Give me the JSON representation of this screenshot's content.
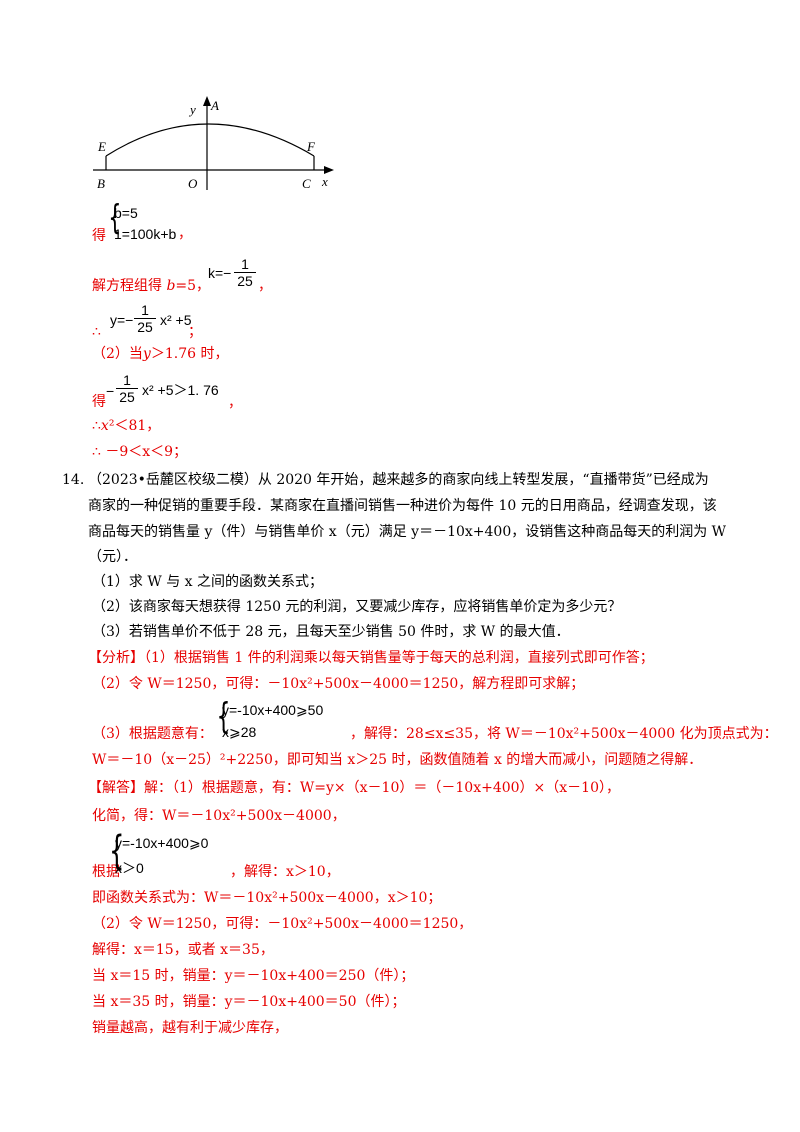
{
  "figure": {
    "labels": {
      "y": "y",
      "A": "A",
      "E": "E",
      "F": "F",
      "B": "B",
      "O": "O",
      "C": "C",
      "x": "x"
    }
  },
  "sol13": {
    "de": "得",
    "sys_b": "b=5",
    "sys_eq": "1=100k+b",
    "comma1": "，",
    "solve_pre": "解方程组得 ",
    "b_eq": "b",
    "b_val": "=5，",
    "k_pre": "k=−",
    "k_num": "1",
    "k_den": "25",
    "comma2": "，",
    "therefore": "∴",
    "y_pre": "y=−",
    "y_num": "1",
    "y_den": "25",
    "y_post": "x² +5",
    "semicolon": "；",
    "p2": "（2）当",
    "p2_y": "y",
    "p2_rest": "＞1.76 时，",
    "de2": "得",
    "ineq_pre": "−",
    "ineq_num": "1",
    "ineq_den": "25",
    "ineq_post": "x² +5＞1. 76",
    "comma3": "，",
    "x2_line_pre": "∴",
    "x2_line_var": "x",
    "x2_line_rest": "²＜81，",
    "range_line": "∴ －9＜x＜9；"
  },
  "q14": {
    "number": "14.",
    "line1": "（2023•岳麓区校级二模）从 2020 年开始，越来越多的商家向线上转型发展，“直播带货”已经成为",
    "line2": "商家的一种促销的重要手段．某商家在直播间销售一种进价为每件 10 元的日用商品，经调查发现，该",
    "line3": "商品每天的销售量 y（件）与销售单价 x（元）满足 y＝－10x+400，设销售这种商品每天的利润为 W",
    "line4": "（元）．",
    "sub1": "（1）求 W 与 x 之间的函数关系式；",
    "sub2": "（2）该商家每天想获得 1250 元的利润，又要减少库存，应将销售单价定为多少元？",
    "sub3": "（3）若销售单价不低于 28 元，且每天至少销售 50 件时，求 W 的最大值．"
  },
  "analysis": {
    "tag": "【分析】",
    "l1": "（1）根据销售 1 件的利润乘以每天销售量等于每天的总利润，直接列式即可作答；",
    "l2": "（2）令 W＝1250，可得：－10x²+500x－4000＝1250，解方程即可求解；",
    "l3_pre": "（3）根据题意有：",
    "l3_sys1": "y=-10x+400⩾50",
    "l3_sys2": "x⩾28",
    "l3_post": "，解得：28≤x≤35，将 W＝－10x²+500x－4000 化为顶点式为：",
    "l4": "W＝－10（x－25）²+2250，即可知当 x＞25 时，函数值随着 x 的增大而减小，问题随之得解．"
  },
  "answer": {
    "tag": "【解答】",
    "l1": "解：（1）根据题意，有：W=y×（x－10）＝（－10x+400）×（x－10），",
    "l2": "化简，得：W＝－10x²+500x－4000，",
    "l3_pre": "根据",
    "l3_sys1": "y=-10x+400⩾0",
    "l3_sys2": "x＞0",
    "l3_post": "，解得：x＞10，",
    "l4": "即函数关系式为：W＝－10x²+500x－4000，x＞10；",
    "l5": "（2）令 W＝1250，可得：－10x²+500x－4000＝1250，",
    "l6": "解得：x＝15，或者 x＝35，",
    "l7": "当 x＝15 时，销量：y＝－10x+400＝250（件）；",
    "l8": "当 x＝35 时，销量：y＝－10x+400＝50（件）；",
    "l9": "销量越高，越有利于减少库存，"
  }
}
